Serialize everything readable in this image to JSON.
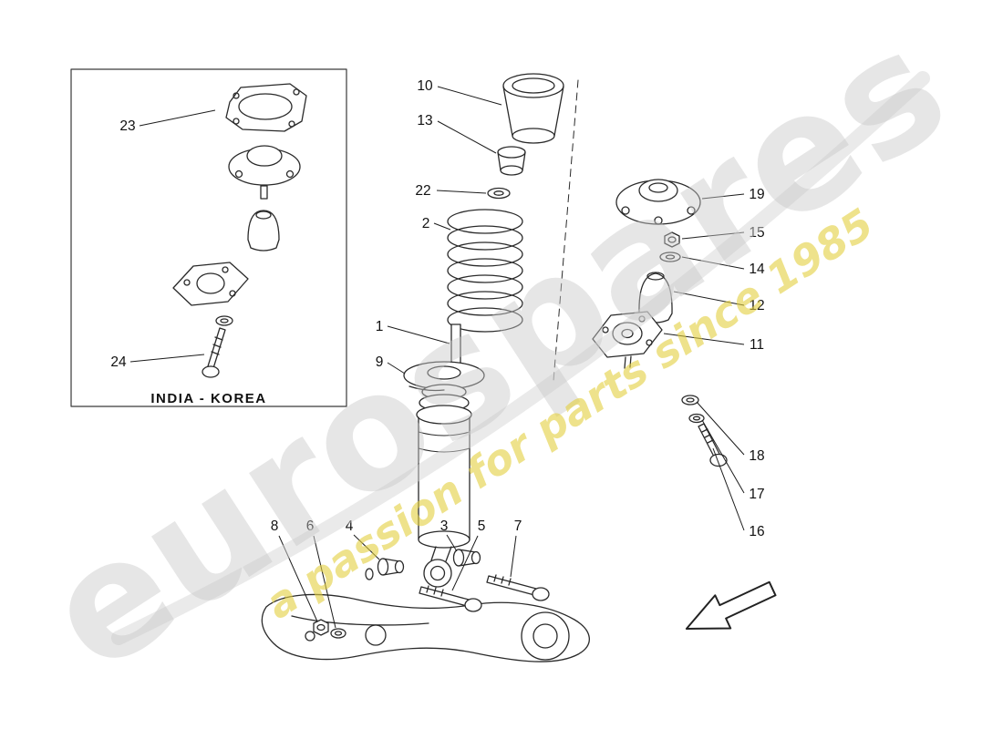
{
  "colors": {
    "line": "#2a2a2a",
    "label": "#111111",
    "watermark_gray": "#c8c8c8",
    "watermark_yellow": "#e3cf3f",
    "swoosh_gray": "#d6d6d6"
  },
  "watermark": {
    "brand": "eurospares",
    "tagline": "a passion for parts since 1985"
  },
  "inset": {
    "label": "INDIA - KOREA"
  },
  "callouts": [
    {
      "id": "23"
    },
    {
      "id": "24"
    },
    {
      "id": "10"
    },
    {
      "id": "13"
    },
    {
      "id": "22"
    },
    {
      "id": "2"
    },
    {
      "id": "1"
    },
    {
      "id": "9"
    },
    {
      "id": "3"
    },
    {
      "id": "4"
    },
    {
      "id": "5"
    },
    {
      "id": "7"
    },
    {
      "id": "8"
    },
    {
      "id": "6"
    },
    {
      "id": "19"
    },
    {
      "id": "15"
    },
    {
      "id": "14"
    },
    {
      "id": "12"
    },
    {
      "id": "11"
    },
    {
      "id": "18"
    },
    {
      "id": "17"
    },
    {
      "id": "16"
    }
  ]
}
